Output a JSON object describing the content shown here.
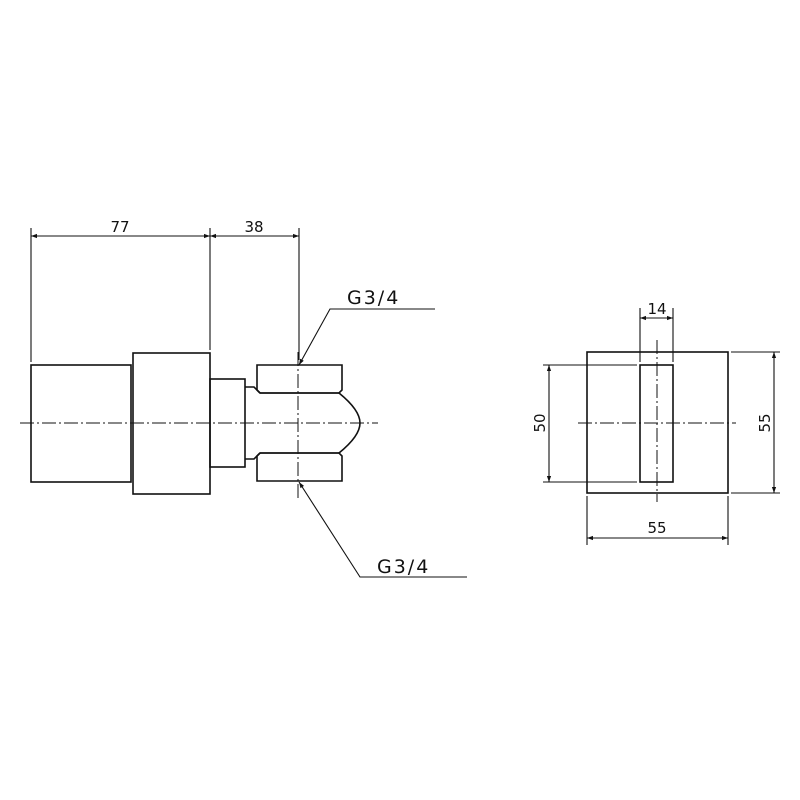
{
  "drawing": {
    "side_view": {
      "dimensions": {
        "body_length": "77",
        "outlet_length": "38"
      },
      "thread_callouts": {
        "top": "G3/4",
        "bottom": "G3/4"
      }
    },
    "front_view": {
      "dimensions": {
        "slot_width": "14",
        "slot_height": "50",
        "outer_height": "55",
        "outer_width": "55"
      }
    },
    "colors": {
      "line": "#111111",
      "background": "#ffffff"
    }
  }
}
